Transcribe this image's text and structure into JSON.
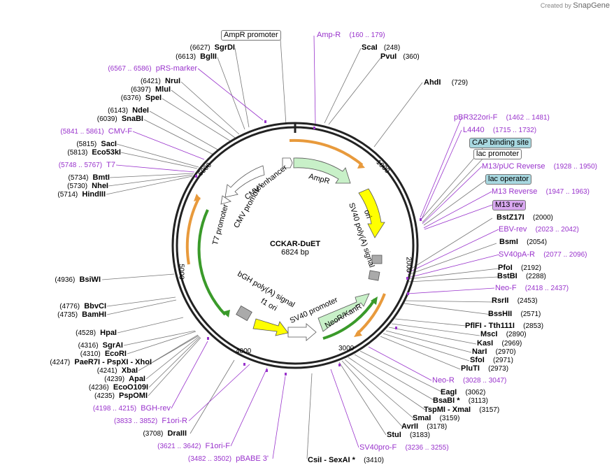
{
  "credit": {
    "prefix": "Created by",
    "brand": "SnapGene"
  },
  "plasmid": {
    "name": "CCKAR-DuET",
    "size": "6824 bp"
  },
  "ticks": [
    "1000",
    "2000",
    "3000",
    "4000",
    "5000",
    "6000"
  ],
  "features": [
    {
      "name": "AmpR",
      "label": "AmpR"
    },
    {
      "name": "ori",
      "label": "ori"
    },
    {
      "name": "sv40-polya-signal",
      "label": "SV40 poly(A) signal"
    },
    {
      "name": "neo-kanr",
      "label": "NeoR/KanR"
    },
    {
      "name": "sv40-promoter",
      "label": "SV40 promoter"
    },
    {
      "name": "f1-ori",
      "label": "f1 ori"
    },
    {
      "name": "bgh-polya-signal",
      "label": "bGH poly(A) signal"
    },
    {
      "name": "t7-promoter",
      "label": "T7 promoter"
    },
    {
      "name": "cmv-promoter",
      "label": "CMV promoter"
    },
    {
      "name": "cmv-enhancer",
      "label": "CMV enhancer"
    }
  ],
  "boxes": [
    {
      "text": "AmpR promoter",
      "fill": "#ffffff"
    },
    {
      "text": "CAP binding site",
      "fill": "#a8d8e0"
    },
    {
      "text": "lac promoter",
      "fill": "#ffffff"
    },
    {
      "text": "lac operator",
      "fill": "#a8d8e0"
    },
    {
      "text": "M13 rev",
      "fill": "#d9a8f0"
    }
  ],
  "top_labels": [
    {
      "text": "Amp-R",
      "coord": "(160 .. 179)"
    },
    {
      "pos": "",
      "name": "ScaI",
      "coord": "(248)"
    },
    {
      "pos": "",
      "name": "PvuI",
      "coord": "(360)"
    },
    {
      "pos": "",
      "name": "AhdI",
      "coord": "(729)"
    }
  ],
  "right_labels": [
    {
      "type": "primer",
      "name": "pBR322ori-F",
      "coord": "(1462 .. 1481)"
    },
    {
      "type": "primer",
      "name": "L4440",
      "coord": "(1715 .. 1732)"
    },
    {
      "type": "primer",
      "name": "M13/pUC Reverse",
      "coord": "(1928 .. 1950)"
    },
    {
      "type": "primer",
      "name": "M13 Reverse",
      "coord": "(1947 .. 1963)"
    },
    {
      "type": "site",
      "name": "BstZ17I",
      "coord": "(2000)"
    },
    {
      "type": "primer",
      "name": "EBV-rev",
      "coord": "(2023 .. 2042)"
    },
    {
      "type": "site",
      "name": "BsmI",
      "coord": "(2054)"
    },
    {
      "type": "primer",
      "name": "SV40pA-R",
      "coord": "(2077 .. 2096)"
    },
    {
      "type": "site",
      "name": "PfoI",
      "coord": "(2192)"
    },
    {
      "type": "site",
      "name": "BstBI",
      "coord": "(2288)"
    },
    {
      "type": "primer",
      "name": "Neo-F",
      "coord": "(2418 .. 2437)"
    },
    {
      "type": "site",
      "name": "RsrII",
      "coord": "(2453)"
    },
    {
      "type": "site",
      "name": "BssHII",
      "coord": "(2571)"
    },
    {
      "type": "site",
      "name": "PflFI  - Tth111I",
      "coord": "(2853)"
    },
    {
      "type": "site",
      "name": "MscI",
      "coord": "(2890)"
    },
    {
      "type": "site",
      "name": "KasI",
      "coord": "(2969)"
    },
    {
      "type": "site",
      "name": "NarI",
      "coord": "(2970)"
    },
    {
      "type": "site",
      "name": "SfoI",
      "coord": "(2971)"
    },
    {
      "type": "site",
      "name": "PluTI",
      "coord": "(2973)"
    },
    {
      "type": "primer",
      "name": "Neo-R",
      "coord": "(3028 .. 3047)"
    },
    {
      "type": "site",
      "name": "EagI",
      "coord": "(3062)"
    },
    {
      "type": "site",
      "name": "BsaBI *",
      "coord": "(3113)"
    },
    {
      "type": "site",
      "name": "TspMI  - XmaI",
      "coord": "(3157)"
    },
    {
      "type": "site",
      "name": "SmaI",
      "coord": "(3159)"
    },
    {
      "type": "site",
      "name": "AvrII",
      "coord": "(3178)"
    },
    {
      "type": "site",
      "name": "StuI",
      "coord": "(3183)"
    },
    {
      "type": "primer",
      "name": "SV40pro-F",
      "coord": "(3236 .. 3255)"
    },
    {
      "type": "site",
      "name": "CsiI  - SexAI *",
      "coord": "(3410)"
    }
  ],
  "left_labels": [
    {
      "type": "site",
      "pos": "(6627)",
      "name": "SgrDI"
    },
    {
      "type": "site",
      "pos": "(6613)",
      "name": "BglII"
    },
    {
      "type": "primer",
      "pos": "(6567 .. 6586)",
      "name": "pRS-marker"
    },
    {
      "type": "site",
      "pos": "(6421)",
      "name": "NruI"
    },
    {
      "type": "site",
      "pos": "(6397)",
      "name": "MluI"
    },
    {
      "type": "site",
      "pos": "(6376)",
      "name": "SpeI"
    },
    {
      "type": "site",
      "pos": "(6143)",
      "name": "NdeI"
    },
    {
      "type": "site",
      "pos": "(6039)",
      "name": "SnaBI"
    },
    {
      "type": "primer",
      "pos": "(5841 .. 5861)",
      "name": "CMV-F"
    },
    {
      "type": "site",
      "pos": "(5815)",
      "name": "SacI"
    },
    {
      "type": "site",
      "pos": "(5813)",
      "name": "Eco53kI"
    },
    {
      "type": "primer",
      "pos": "(5748 .. 5767)",
      "name": "T7"
    },
    {
      "type": "site",
      "pos": "(5734)",
      "name": "BmtI"
    },
    {
      "type": "site",
      "pos": "(5730)",
      "name": "NheI"
    },
    {
      "type": "site",
      "pos": "(5714)",
      "name": "HindIII"
    },
    {
      "type": "site",
      "pos": "(4936)",
      "name": "BsiWI"
    },
    {
      "type": "site",
      "pos": "(4776)",
      "name": "BbvCI"
    },
    {
      "type": "site",
      "pos": "(4735)",
      "name": "BamHI"
    },
    {
      "type": "site",
      "pos": "(4528)",
      "name": "HpaI"
    },
    {
      "type": "site",
      "pos": "(4316)",
      "name": "SgrAI"
    },
    {
      "type": "site",
      "pos": "(4310)",
      "name": "EcoRI"
    },
    {
      "type": "site",
      "pos": "(4247)",
      "name": "PaeR7I  - PspXI  - XhoI"
    },
    {
      "type": "site",
      "pos": "(4241)",
      "name": "XbaI"
    },
    {
      "type": "site",
      "pos": "(4239)",
      "name": "ApaI"
    },
    {
      "type": "site",
      "pos": "(4236)",
      "name": "EcoO109I"
    },
    {
      "type": "site",
      "pos": "(4235)",
      "name": "PspOMI"
    },
    {
      "type": "primer",
      "pos": "(4198 .. 4215)",
      "name": "BGH-rev"
    },
    {
      "type": "primer",
      "pos": "(3833 .. 3852)",
      "name": "F1ori-R"
    },
    {
      "type": "site",
      "pos": "(3708)",
      "name": "DraIII"
    },
    {
      "type": "primer",
      "pos": "(3621 .. 3642)",
      "name": "F1ori-F"
    },
    {
      "type": "primer",
      "pos": "(3482 .. 3502)",
      "name": "pBABE 3'"
    }
  ],
  "colors": {
    "primer": "#9933cc",
    "ring": "#222222",
    "ampr": "#c8f0c8",
    "ori": "#ffff00",
    "orange": "#e89a3c",
    "green": "#3a9a2a"
  }
}
